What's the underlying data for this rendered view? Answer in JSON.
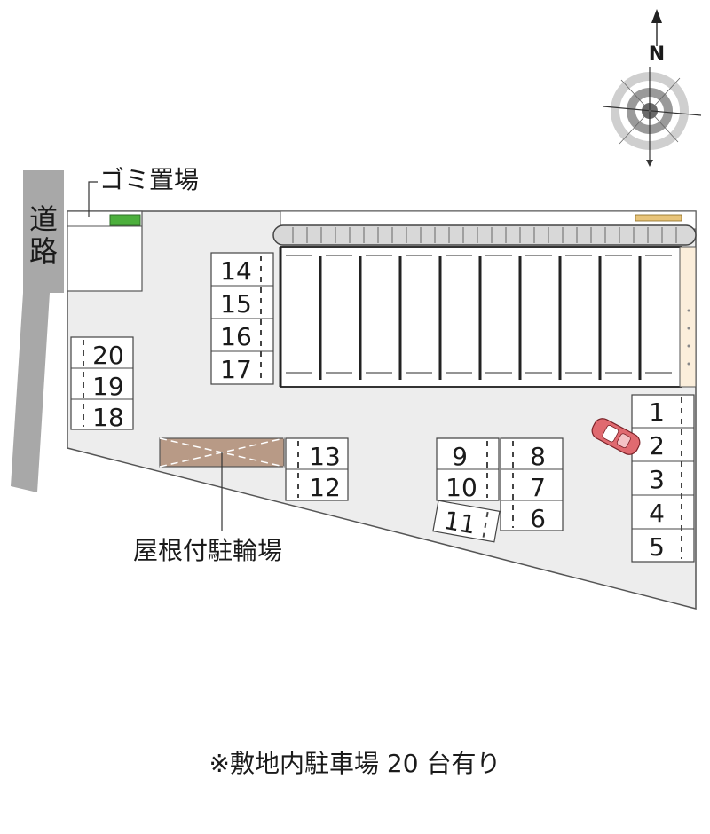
{
  "road_label": [
    "道",
    "路"
  ],
  "garbage_label": "ゴミ置場",
  "bike_shelter_label": "屋根付駐輪場",
  "compass_letter": "N",
  "footer_note": "※敷地内駐車場 20 台有り",
  "parking_spots": [
    "1",
    "2",
    "3",
    "4",
    "5",
    "6",
    "7",
    "8",
    "9",
    "10",
    "11",
    "12",
    "13",
    "14",
    "15",
    "16",
    "17",
    "18",
    "19",
    "20"
  ],
  "colors": {
    "road": "#a8a8a8",
    "lot": "#ededed",
    "bike_shelter": "#b89a86",
    "garbage": "#4caf3c",
    "car": "#e06a70",
    "building": "#ffffff"
  }
}
